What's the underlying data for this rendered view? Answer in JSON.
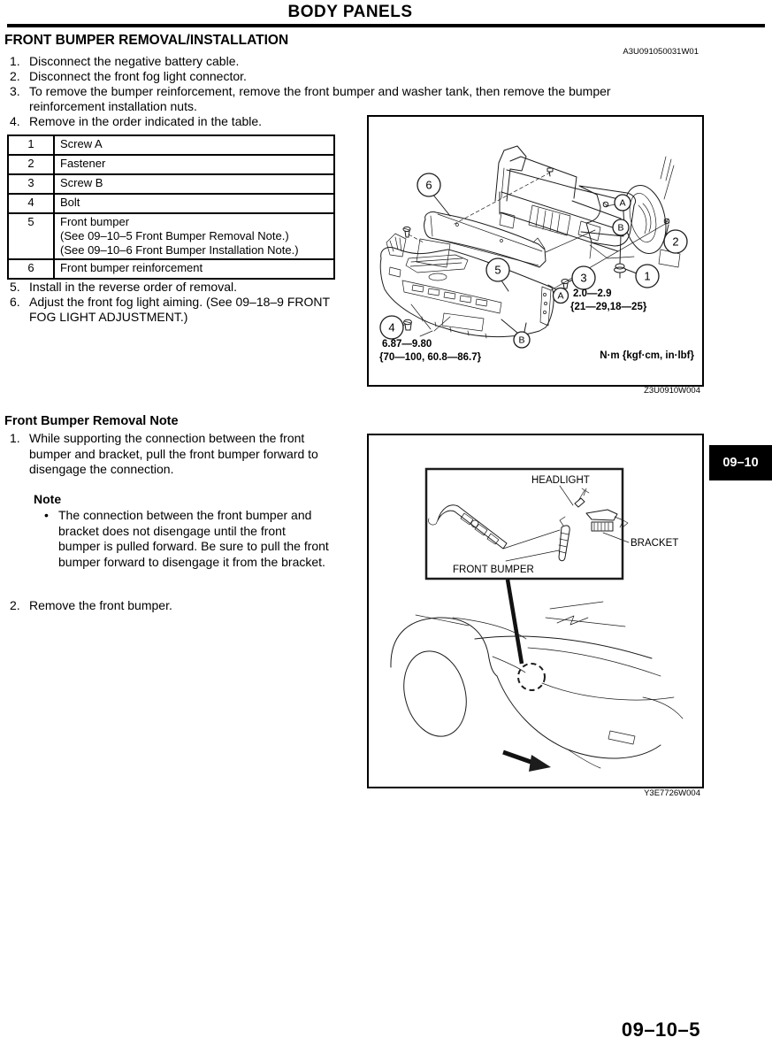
{
  "page": {
    "header_title": "BODY PANELS",
    "section_title": "FRONT BUMPER REMOVAL/INSTALLATION",
    "doc_code": "A3U091050031W01",
    "page_number": "09–10–5",
    "side_tab": "09–10"
  },
  "steps_main": [
    {
      "num": "1.",
      "text": "Disconnect the negative battery cable."
    },
    {
      "num": "2.",
      "text": "Disconnect the front fog light connector."
    },
    {
      "num": "3.",
      "text": "To remove the bumper reinforcement, remove the front bumper and washer tank, then remove the bumper reinforcement installation nuts."
    },
    {
      "num": "4.",
      "text": "Remove in the order indicated in the table."
    }
  ],
  "parts_table": {
    "rows": [
      {
        "num": "1",
        "desc": "Screw A"
      },
      {
        "num": "2",
        "desc": "Fastener"
      },
      {
        "num": "3",
        "desc": "Screw B"
      },
      {
        "num": "4",
        "desc": "Bolt"
      },
      {
        "num": "5",
        "desc": "Front bumper\n(See 09–10–5 Front Bumper Removal Note.)\n(See 09–10–6 Front Bumper Installation Note.)"
      },
      {
        "num": "6",
        "desc": "Front bumper reinforcement"
      }
    ]
  },
  "steps_after": [
    {
      "num": "5.",
      "text": "Install in the reverse order of removal."
    },
    {
      "num": "6.",
      "text": "Adjust the front fog light aiming. (See 09–18–9 FRONT FOG LIGHT ADJUSTMENT.)"
    }
  ],
  "figure1": {
    "code": "Z3U0910W004",
    "torque_small": "2.0—2.9",
    "torque_small_alt": "{21—29,18—25}",
    "torque_large": "6.87—9.80",
    "torque_large_alt": "{70—100, 60.8—86.7}",
    "units_label": "N·m {kgf·cm, in·lbf}",
    "callouts": {
      "n1": "1",
      "n2": "2",
      "n3": "3",
      "n4": "4",
      "n5": "5",
      "n6": "6",
      "la": "A",
      "lb": "B"
    }
  },
  "removal_note": {
    "heading": "Front Bumper Removal Note",
    "step1_num": "1.",
    "step1_text": "While supporting the connection between the front bumper and bracket, pull the front bumper forward to disengage the connection.",
    "note_heading": "Note",
    "bullet_marker": "•",
    "bullet_text": "The connection between the front bumper and bracket does not disengage until the front bumper is pulled forward. Be sure to pull the front bumper forward to disengage it from the bracket.",
    "step2_num": "2.",
    "step2_text": "Remove the front bumper."
  },
  "figure2": {
    "code": "Y3E7726W004",
    "labels": {
      "headlight": "HEADLIGHT",
      "bracket": "BRACKET",
      "front_bumper": "FRONT BUMPER"
    }
  }
}
